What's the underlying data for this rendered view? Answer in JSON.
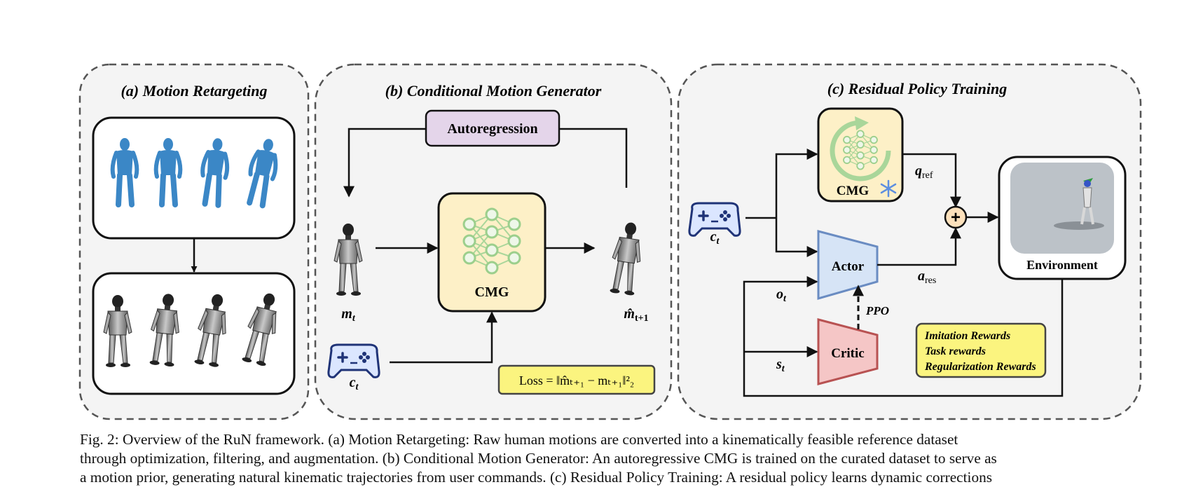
{
  "panels": {
    "a": {
      "title": "(a) Motion Retargeting"
    },
    "b": {
      "title": "(b) Conditional Motion Generator",
      "autoregression": "Autoregression",
      "cmg": "CMG",
      "m_t": "m",
      "m_t_sub": "t",
      "m_hat": "m̂",
      "m_hat_sub": "t+1",
      "c": "c",
      "c_sub": "t",
      "loss": "Loss = ‖m̂ₜ₊₁ − mₜ₊₁‖²₂"
    },
    "c": {
      "title": "(c) Residual Policy Training",
      "cmg": "CMG",
      "actor": "Actor",
      "critic": "Critic",
      "environment": "Environment",
      "q": "q",
      "q_sub": "ref",
      "a": "a",
      "a_sub": "res",
      "o": "o",
      "o_sub": "t",
      "s": "s",
      "s_sub": "t",
      "c": "c",
      "c_sub": "t",
      "ppo": "PPO",
      "plus": "+",
      "rewards": [
        "Imitation Rewards",
        "Task rewards",
        "Regularization Rewards"
      ]
    }
  },
  "colors": {
    "panel_bg": "#f4f4f4",
    "cmg_fill": "#fdf0c7",
    "autoregression_fill": "#e4d5ea",
    "actor_fill": "#d6e4f6",
    "actor_stroke": "#6a8cc2",
    "critic_fill": "#f5c6c6",
    "critic_stroke": "#b85252",
    "loss_fill": "#fbf47f",
    "rewards_fill": "#fbf47f",
    "network_green": "#9ccf8c",
    "human_blue": "#3b87c6",
    "controller_fill": "#dbe6ff",
    "controller_stroke": "#1f3377",
    "plus_fill": "#fde1bc"
  },
  "caption": {
    "lines": [
      "Fig. 2: Overview of the RuN framework. (a) Motion Retargeting: Raw human motions are converted into a kinematically feasible reference dataset",
      "through optimization, filtering, and augmentation. (b) Conditional Motion Generator: An autoregressive CMG is trained on the curated dataset to serve as",
      "a motion prior, generating natural kinematic trajectories from user commands. (c) Residual Policy Training: A residual policy learns dynamic corrections"
    ]
  }
}
